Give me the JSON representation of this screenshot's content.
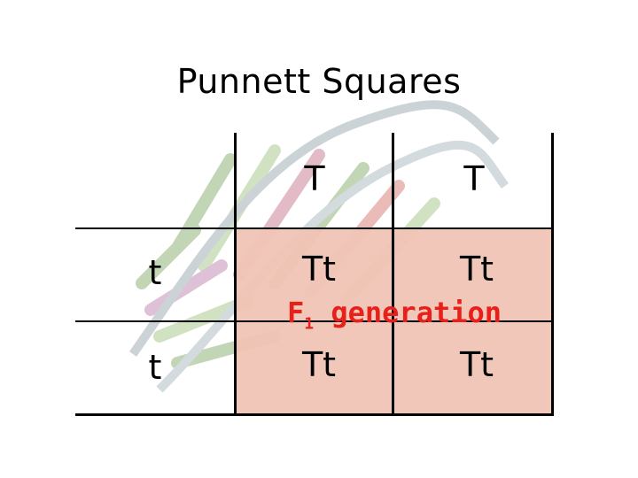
{
  "title": "Punnett Squares",
  "columns": [
    "T",
    "T"
  ],
  "rows": [
    "t",
    "t"
  ],
  "cells": [
    [
      "Tt",
      "Tt"
    ],
    [
      "Tt",
      "Tt"
    ]
  ],
  "caption": {
    "prefix": "F",
    "subscript": "1",
    "suffix": "generation"
  },
  "colors": {
    "offspring_fill": "#f0c4b5",
    "caption": "#e8201a",
    "grid": "#000000"
  },
  "background_image": "dna-helix"
}
